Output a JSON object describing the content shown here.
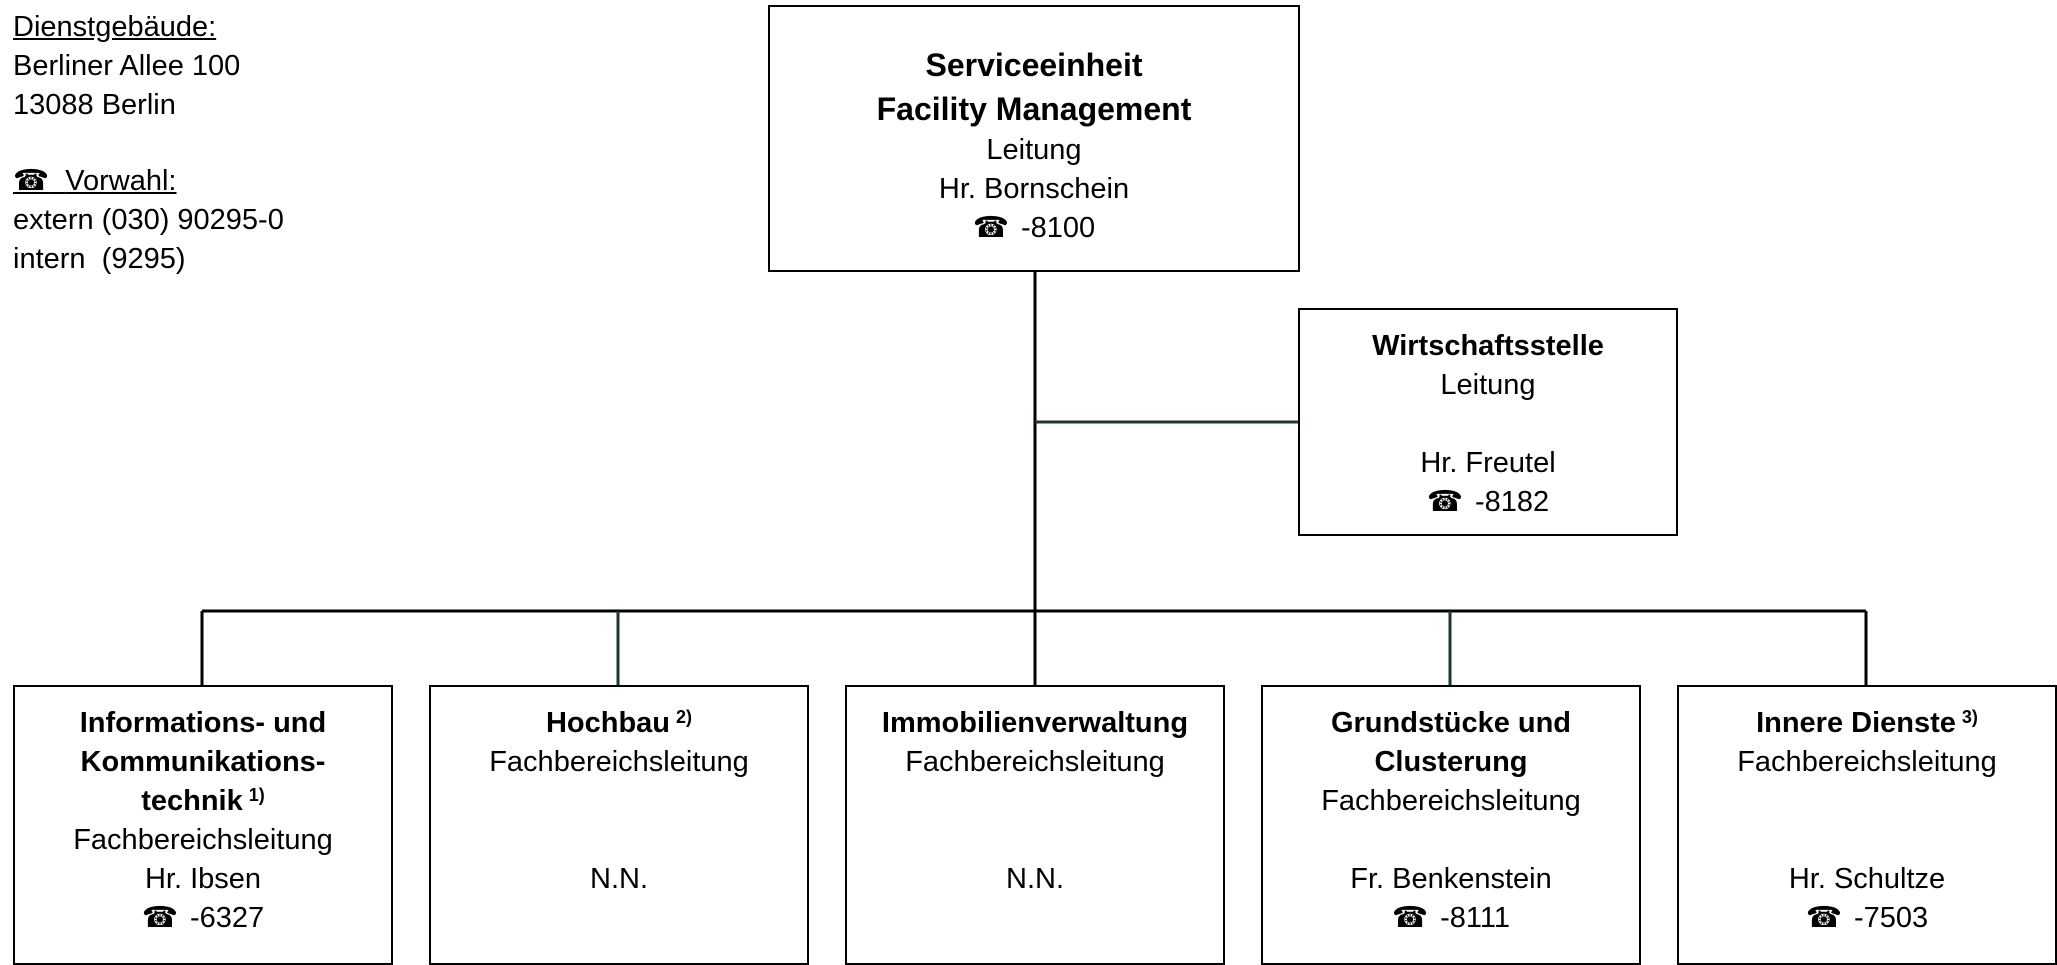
{
  "info": {
    "building_label": "Dienstgebäude:",
    "street": "Berliner Allee 100",
    "city": "13088 Berlin",
    "phone_icon": "☎",
    "prefix_label": "Vorwahl:",
    "extern": "extern (030) 90295-0",
    "intern": "intern  (9295)"
  },
  "top": {
    "title1": "Serviceeinheit",
    "title2": "Facility Management",
    "role": "Leitung",
    "person": "Hr. Bornschein",
    "phone_icon": "☎",
    "phone": "-8100"
  },
  "side": {
    "title": "Wirtschaftsstelle",
    "role": "Leitung",
    "person": "Hr. Freutel",
    "phone_icon": "☎",
    "phone": "-8182"
  },
  "units": [
    {
      "title1": "Informations- und",
      "title2": "Kommunikations-",
      "title3": "technik",
      "note": "1)",
      "role": "Fachbereichsleitung",
      "person": "Hr. Ibsen",
      "phone_icon": "☎",
      "phone": "-6327"
    },
    {
      "title1": "Hochbau",
      "note": "2)",
      "role": "Fachbereichsleitung",
      "person": "N.N."
    },
    {
      "title1": "Immobilienverwaltung",
      "role": "Fachbereichsleitung",
      "person": "N.N."
    },
    {
      "title1": "Grundstücke und",
      "title2": "Clusterung",
      "role": "Fachbereichsleitung",
      "person": "Fr. Benkenstein",
      "phone_icon": "☎",
      "phone": "-8111"
    },
    {
      "title1": "Innere Dienste",
      "note": "3)",
      "role": "Fachbereichsleitung",
      "person": "Hr. Schultze",
      "phone_icon": "☎",
      "phone": "-7503"
    }
  ]
}
